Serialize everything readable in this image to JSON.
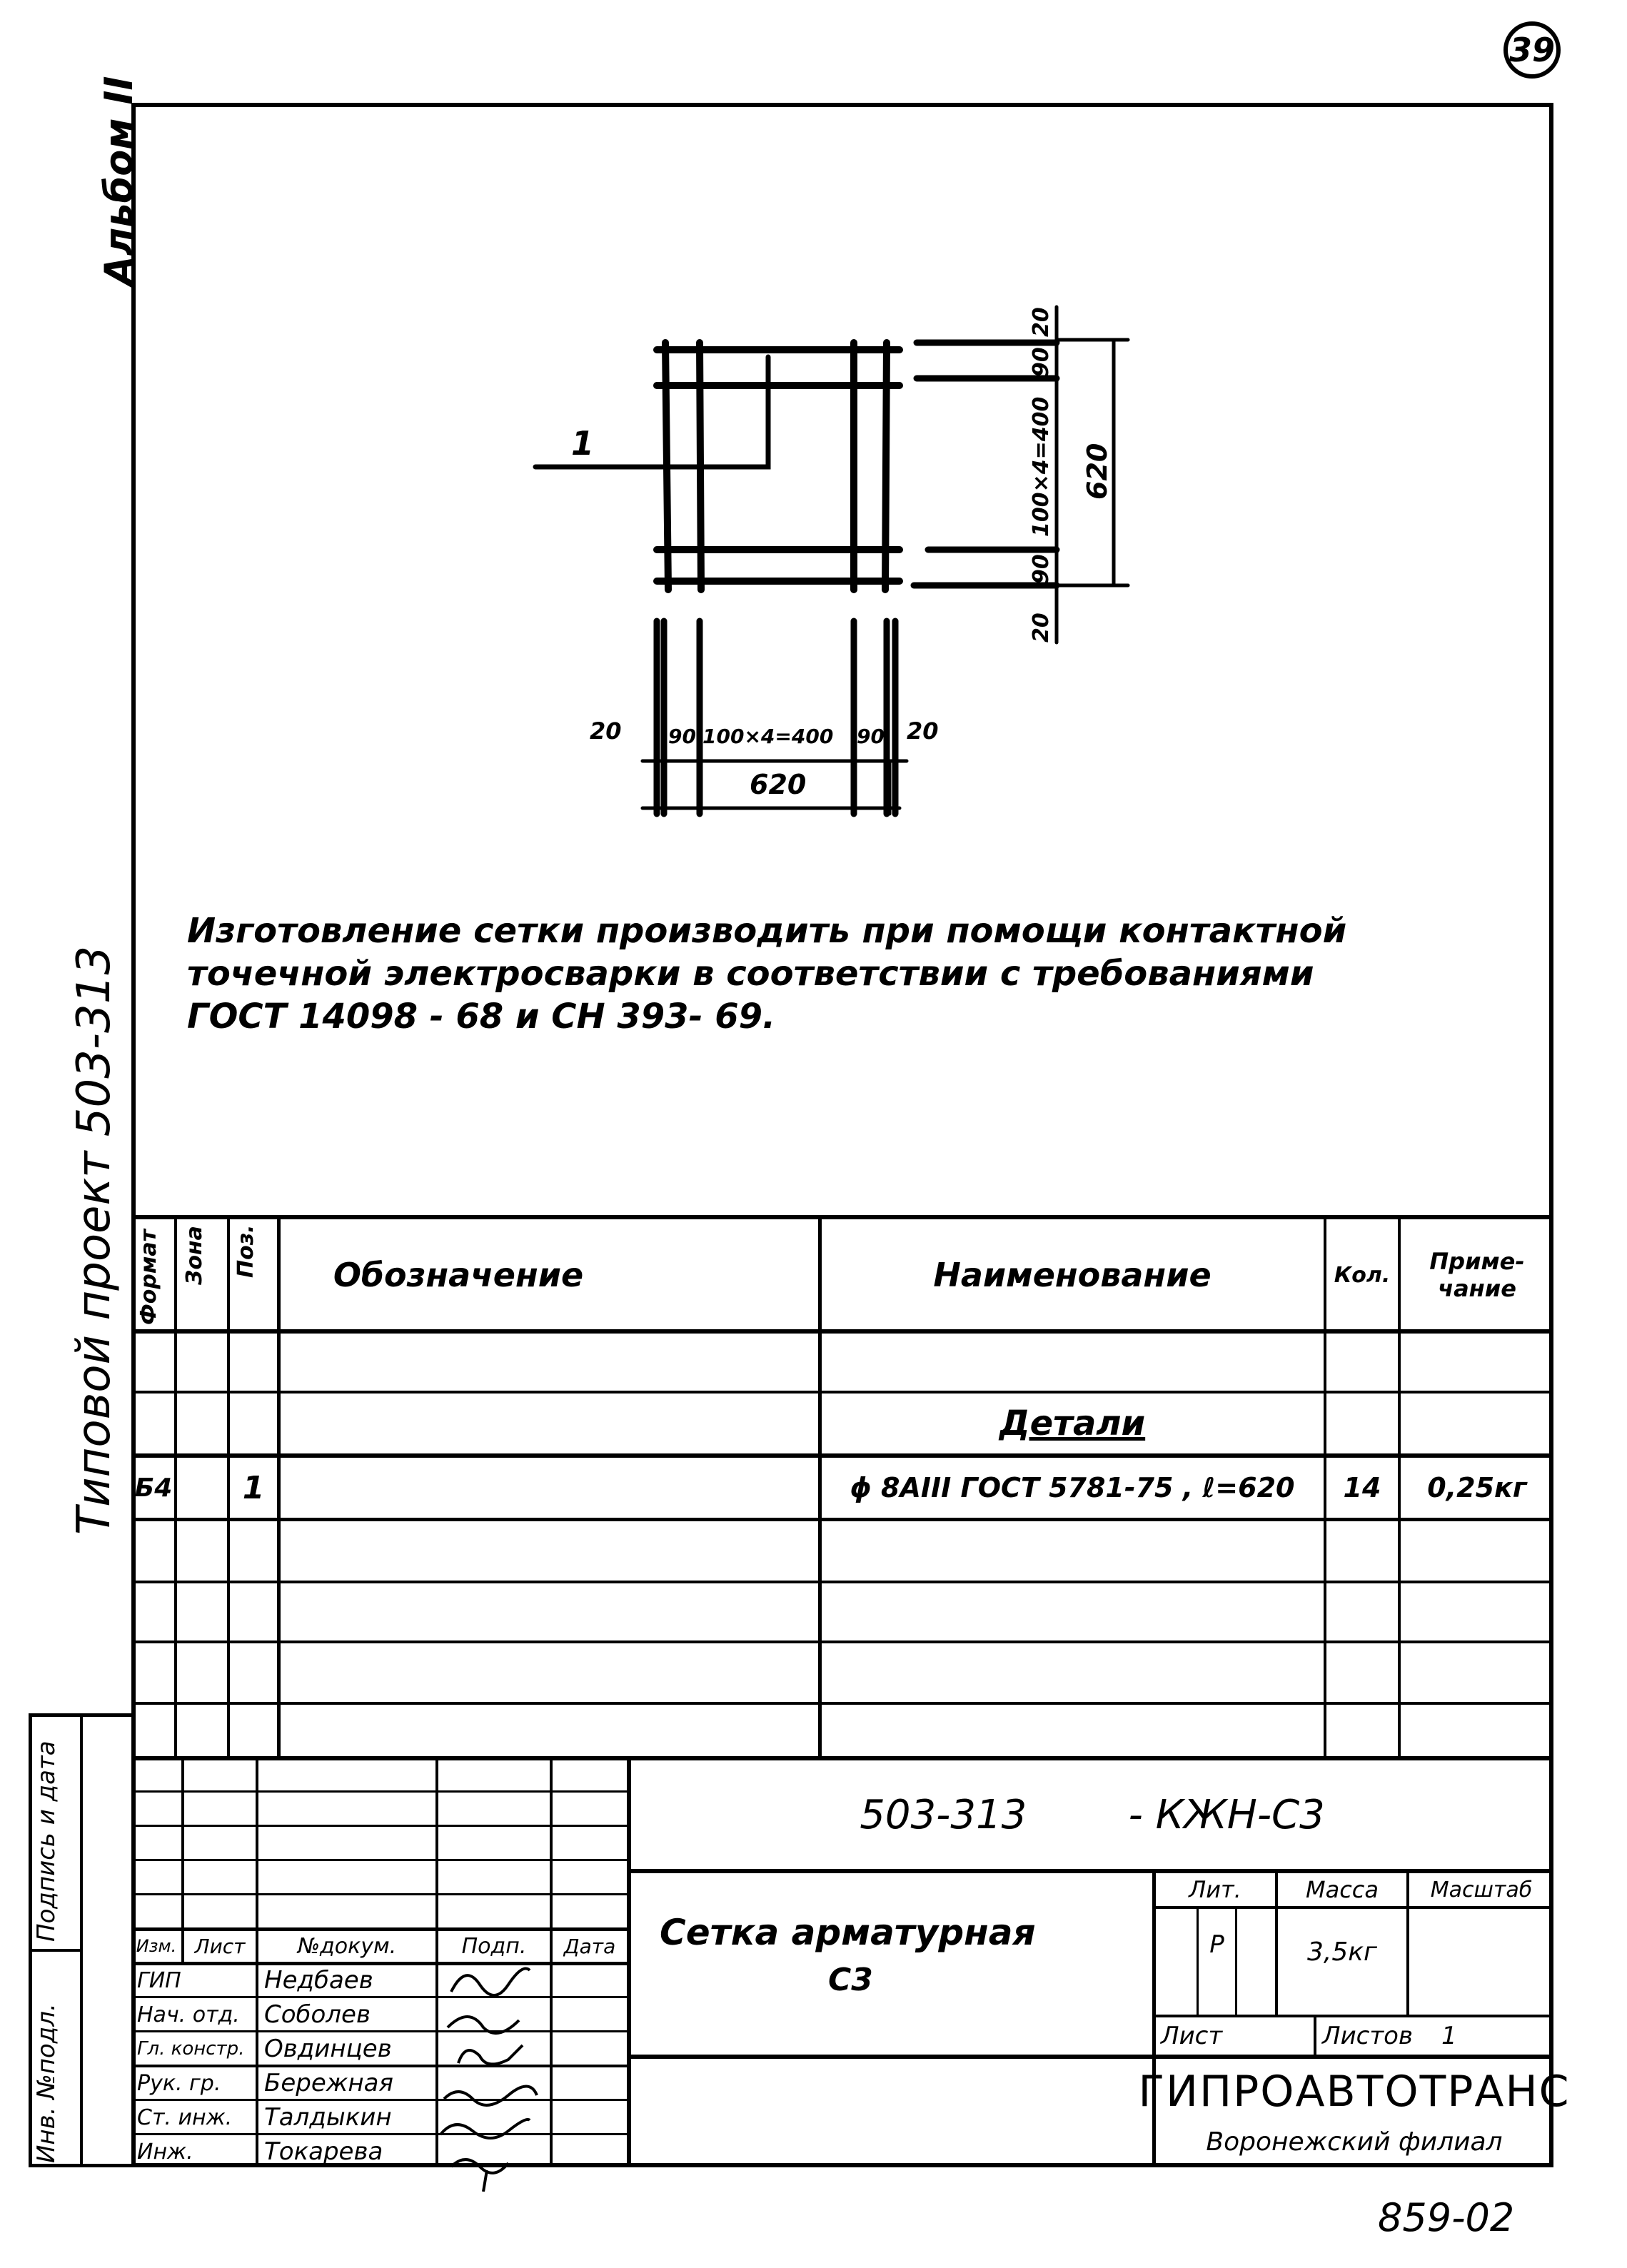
{
  "sheet_number": "39",
  "side_labels": {
    "album": "Альбом II",
    "project": "Типовой проект   503-313",
    "inv_no": "Инв. №подл.",
    "sign_date": "Подпись и дата"
  },
  "drawing": {
    "position_label": "1",
    "dims_vertical": [
      "20",
      "90",
      "100×4=400",
      "90",
      "20"
    ],
    "dim_vertical_total": "620",
    "dims_horizontal": [
      "20",
      "90",
      "100×4=400",
      "90",
      "20"
    ],
    "dim_horizontal_total": "620"
  },
  "note_lines": [
    "Изготовление сетки  производить при  помощи контактной",
    "точечной электросварки в соответствии с требованиями",
    "ГОСТ 14098 - 68  и  СН 393- 69."
  ],
  "spec_table": {
    "headers": {
      "format": "Формат",
      "zone": "Зона",
      "pos": "Поз.",
      "designation": "Обозначение",
      "name": "Наименование",
      "qty": "Кол.",
      "note": "Приме-чание"
    },
    "section": "Детали",
    "rows": [
      {
        "format": "Б4",
        "zone": "",
        "pos": "1",
        "designation": "",
        "name": "ϕ 8АIII ГОСТ 5781-75 , ℓ=620",
        "qty": "14",
        "note": "0,25кг"
      }
    ]
  },
  "title_block": {
    "designation": "503-313        - КЖН-С3",
    "column_headers": [
      "Изм.",
      "Лист",
      "№докум.",
      "Подп.",
      "Дата"
    ],
    "staff": [
      {
        "role": "ГИП",
        "name": "Недбаев"
      },
      {
        "role": "Нач. отд.",
        "name": "Соболев"
      },
      {
        "role": "Гл. констр.",
        "name": "Овдинцев"
      },
      {
        "role": "Рук. гр.",
        "name": "Бережная"
      },
      {
        "role": "Ст. инж.",
        "name": "Талдыкин"
      },
      {
        "role": "Инж.",
        "name": "Токарева"
      }
    ],
    "product_name_line1": "Сетка арматурная",
    "product_name_line2": "С3",
    "lit_label": "Лит.",
    "mass_label": "Масса",
    "scale_label": "Масштаб",
    "lit_value": "Р",
    "mass_value": "3,5кг",
    "sheet_label": "Лист",
    "sheets_label": "Листов",
    "sheets_value": "1",
    "organization": "ГИПРОАВТОТРАНС",
    "branch": "Воронежский филиал"
  },
  "archive_number": "859-02"
}
